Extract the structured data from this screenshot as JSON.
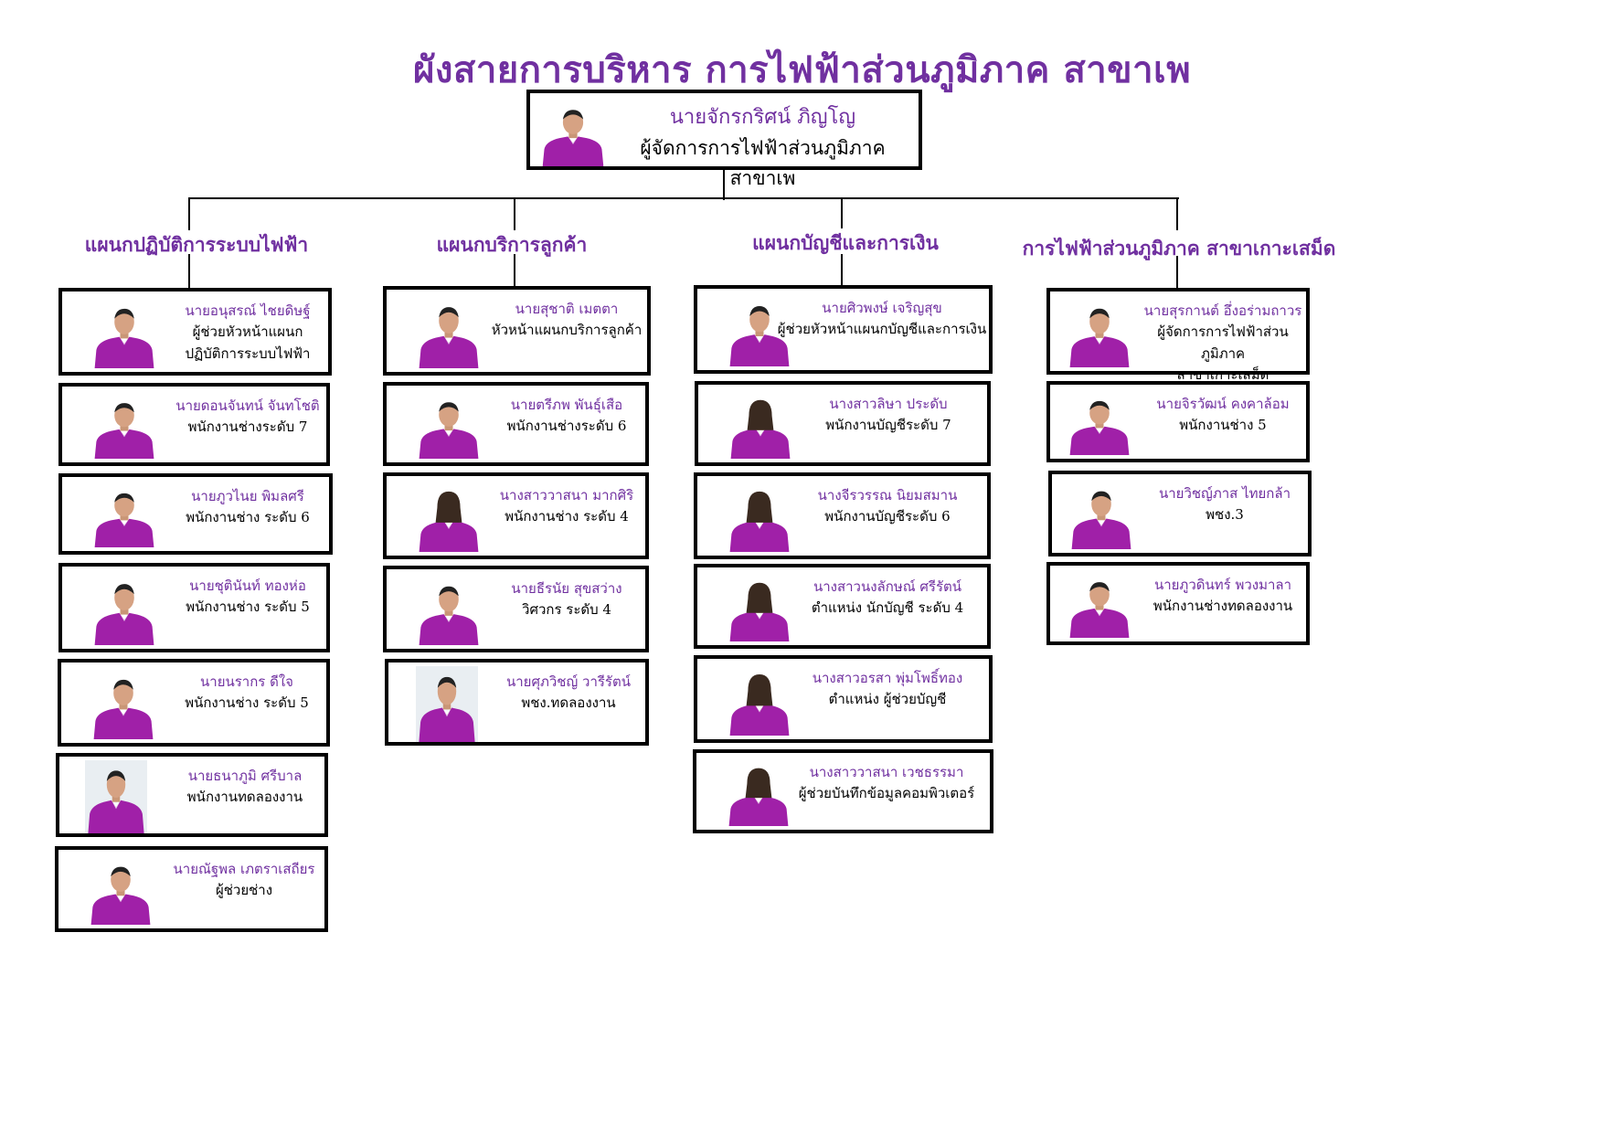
{
  "title": "ผังสายการบริหาร การไฟฟ้าส่วนภูมิภาค สาขาเพ",
  "head": {
    "name": "นายจักรกริศน์  ภิญโญ",
    "position": "ผู้จัดการการไฟฟ้าส่วนภูมิภาค สาขาเพ"
  },
  "colors": {
    "title": "#7030a0",
    "name": "#7030a0",
    "shirt": "#a020a8",
    "border": "#000000"
  },
  "departments": [
    {
      "name": "แผนกปฏิบัติการระบบไฟฟ้า",
      "staff": [
        {
          "name": "นายอนุสรณ์  ไชยดิษฐ์",
          "position": "ผู้ช่วยหัวหน้าแผนก\nปฏิบัติการระบบไฟฟ้า"
        },
        {
          "name": "นายดอนจันทน์  จันทโชติ",
          "position": "พนักงานช่างระดับ 7"
        },
        {
          "name": "นายภูวไนย  พิมลศรี",
          "position": "พนักงานช่าง ระดับ 6"
        },
        {
          "name": "นายชุตินันท์  ทองห่อ",
          "position": "พนักงานช่าง ระดับ 5"
        },
        {
          "name": "นายนรากร  ดีใจ",
          "position": "พนักงานช่าง ระดับ 5"
        },
        {
          "name": "นายธนาภูมิ  ศรีบาล",
          "position": "พนักงานทดลองงาน"
        },
        {
          "name": "นายณัฐพล  เภตราเสถียร",
          "position": "ผู้ช่วยช่าง"
        }
      ]
    },
    {
      "name": "แผนกบริการลูกค้า",
      "staff": [
        {
          "name": "นายสุชาติ  เมตตา",
          "position": "หัวหน้าแผนกบริการลูกค้า"
        },
        {
          "name": "นายตรีภพ  พันธุ์เสือ",
          "position": "พนักงานช่างระดับ 6"
        },
        {
          "name": "นางสาววาสนา  มากศิริ",
          "position": "พนักงานช่าง ระดับ 4"
        },
        {
          "name": "นายธีรนัย  สุขสว่าง",
          "position": "วิศวกร ระดับ 4"
        },
        {
          "name": "นายศุภวิชญ์  วารีรัตน์",
          "position": "พชง.ทดลองงาน"
        }
      ]
    },
    {
      "name": "แผนกบัญชีและการเงิน",
      "staff": [
        {
          "name": "นายศิวพงษ์  เจริญสุข",
          "position": "ผู้ช่วยหัวหน้าแผนกบัญชีและการเงิน"
        },
        {
          "name": "นางสาวลิษา  ประดับ",
          "position": "พนักงานบัญชีระดับ 7"
        },
        {
          "name": "นางจีรวรรณ  นิยมสมาน",
          "position": "พนักงานบัญชีระดับ 6"
        },
        {
          "name": "นางสาวนงลักษณ์  ศรีรัตน์",
          "position": "ตำแหน่ง นักบัญชี  ระดับ 4"
        },
        {
          "name": "นางสาวอรสา  พุ่มโพธิ์ทอง",
          "position": "ตำแหน่ง  ผู้ช่วยบัญชี"
        },
        {
          "name": "นางสาววาสนา  เวชธรรมา",
          "position": "ผู้ช่วยบันทึกข้อมูลคอมพิวเตอร์"
        }
      ]
    },
    {
      "name": "การไฟฟ้าส่วนภูมิภาค สาขาเกาะเสม็ด",
      "staff": [
        {
          "name": "นายสุรกานต์  อึ่งอร่ามถาวร",
          "position": "ผู้จัดการการไฟฟ้าส่วนภูมิภาค\nสาขาเกาะเสม็ด"
        },
        {
          "name": "นายจิรวัฒน์  คงคาล้อม",
          "position": "พนักงานช่าง 5"
        },
        {
          "name": "นายวิชญ์ภาส  ไทยกล้า",
          "position": "พชง.3"
        },
        {
          "name": "นายภูวดินทร์  พวงมาลา",
          "position": "พนักงานช่างทดลองงาน"
        }
      ]
    }
  ]
}
